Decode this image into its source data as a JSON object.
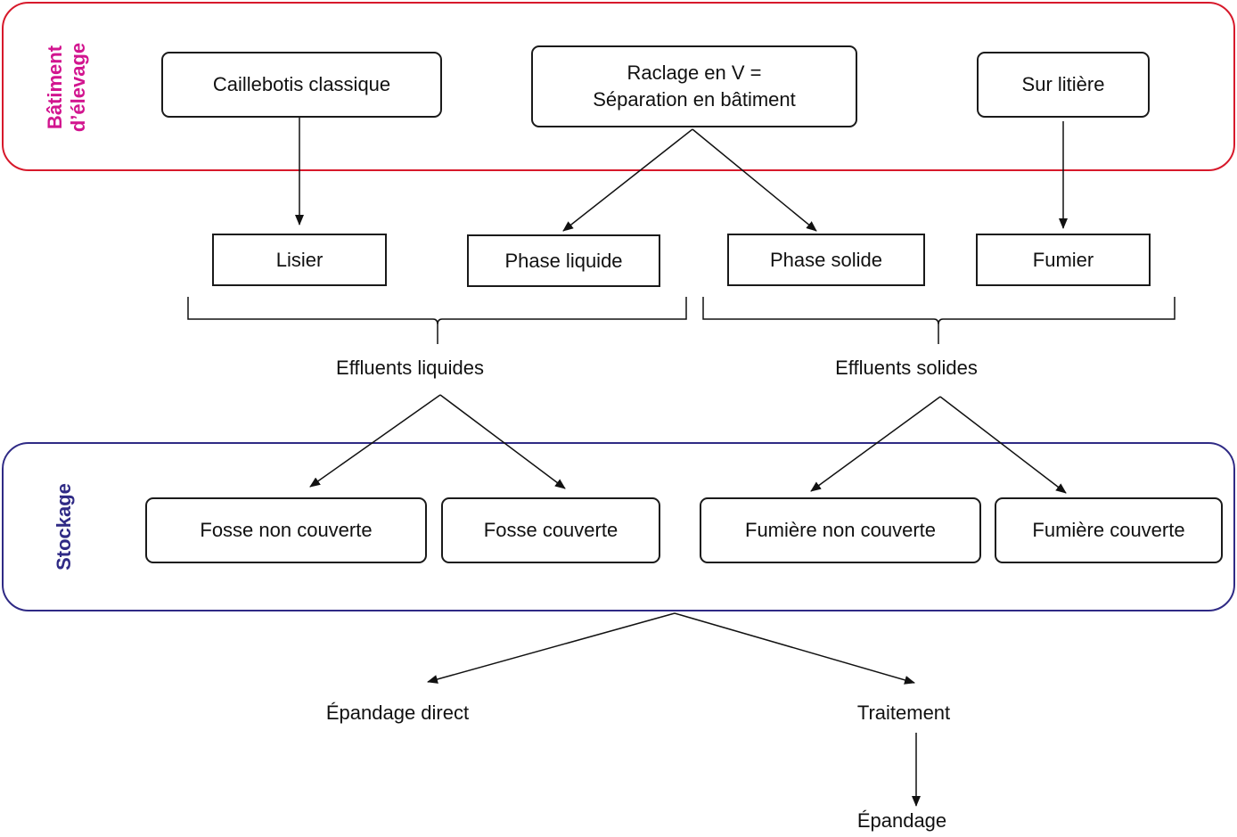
{
  "groups": {
    "batiment": {
      "label_line1": "Bâtiment",
      "label_line2": "d’élevage",
      "color": "#d7192b",
      "label_color": "#d2158f"
    },
    "stockage": {
      "label": "Stockage",
      "color": "#2f2a85"
    }
  },
  "building_nodes": {
    "caillebotis": "Caillebotis classique",
    "raclage_line1": "Raclage en V =",
    "raclage_line2": "Séparation en bâtiment",
    "litiere": "Sur litière"
  },
  "effluent_nodes": {
    "lisier": "Lisier",
    "phase_liquide": "Phase liquide",
    "phase_solide": "Phase solide",
    "fumier": "Fumier"
  },
  "categories": {
    "liquides": "Effluents liquides",
    "solides": "Effluents solides"
  },
  "storage_nodes": {
    "fosse_non_couverte": "Fosse non couverte",
    "fosse_couverte": "Fosse couverte",
    "fumiere_non_couverte": "Fumière non couverte",
    "fumiere_couverte": "Fumière couverte"
  },
  "outcomes": {
    "epandage_direct": "Épandage direct",
    "traitement": "Traitement",
    "epandage": "Épandage"
  }
}
